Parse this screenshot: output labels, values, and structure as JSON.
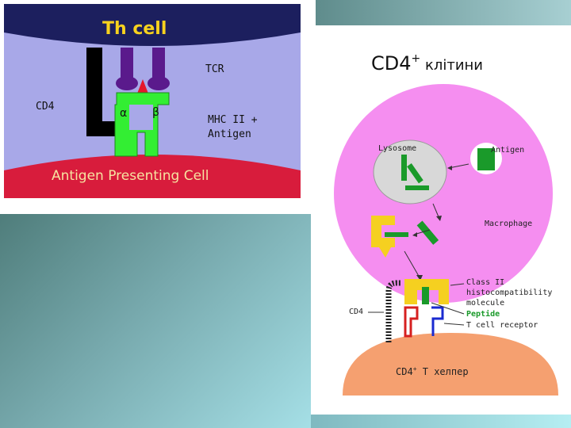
{
  "left_diagram": {
    "th_cell_label": "Th cell",
    "tcr_label": "TCR",
    "cd4_label": "CD4",
    "alpha_label": "α",
    "beta_label": "β",
    "mhc_label_line1": "MHC II +",
    "mhc_label_line2": "Antigen",
    "apc_label": "Antigen Presenting Cell"
  },
  "right_diagram": {
    "title": "CD4",
    "title_sup": "+",
    "title_suffix": " клітини",
    "lysosome_label": "Lysosome",
    "antigen_label": "Antigen",
    "macrophage_label": "Macrophage",
    "class2_line1": "Class II",
    "class2_line2": "histocompatibility",
    "class2_line3": "molecule",
    "cd4_label": "CD4",
    "peptide_label": "Peptide",
    "tcr_label": "T cell receptor",
    "helper_prefix": "CD4",
    "helper_sup": "+",
    "helper_suffix": " Т хелпер"
  },
  "colors": {
    "th_cell": "#1c1f5e",
    "cell_membrane": "#a8a8e8",
    "apc": "#d81c3c",
    "mhc": "#33ee33",
    "tcr": "#5a1a8c",
    "macrophage": "#f58ef0",
    "lysosome": "#d8d8d8",
    "t_helper": "#f5a070",
    "class2": "#f5d020",
    "peptide": "#1a9a2a"
  }
}
